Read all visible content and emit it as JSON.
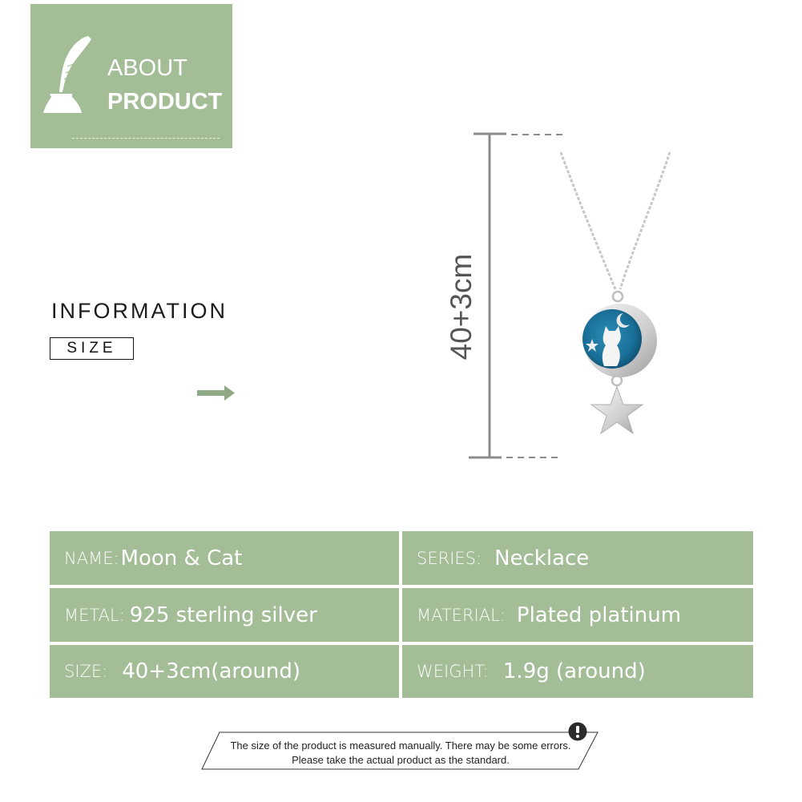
{
  "header": {
    "line1": "ABOUT",
    "line2": "PRODUCT",
    "icon": "quill-inkpot-icon",
    "bg_color": "#a3bd97"
  },
  "info": {
    "title": "INFORMATION",
    "badge": "SIZE",
    "arrow_icon": "arrow-right-icon",
    "arrow_color": "#8fa886"
  },
  "measurement": {
    "label": "40+3cm"
  },
  "product_image": {
    "description": "Silver necklace with blue enamel moon & cat pendant and dangling star"
  },
  "specs": [
    {
      "label": "NAME:",
      "value": "Moon & Cat"
    },
    {
      "label": "SERIES:",
      "value": "Necklace"
    },
    {
      "label": "METAL:",
      "value": "925 sterling silver"
    },
    {
      "label": "MATERIAL:",
      "value": "Plated platinum"
    },
    {
      "label": "SIZE:",
      "value": "40+3cm(around)"
    },
    {
      "label": "WEIGHT:",
      "value": "1.9g (around)"
    }
  ],
  "note": {
    "line1": "The size of the product is measured manually. There may be some errors.",
    "line2": "Please take the actual product as the standard.",
    "icon": "exclamation-icon"
  }
}
